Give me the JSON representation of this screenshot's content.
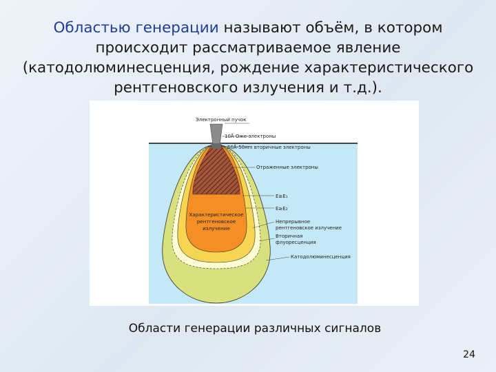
{
  "slide": {
    "heading_highlight": "Областью генерации",
    "heading_rest_1": " называют объём, в котором",
    "heading_line_2": "происходит рассматриваемое явление",
    "heading_line_3": "(катодолюминесценция, рождение характеристического",
    "heading_line_4": "рентгеновского излучения и т.д.).",
    "caption": "Области генерации различных сигналов",
    "page_number": "24"
  },
  "diagram": {
    "beam_label": "Электронный пучок",
    "auger_label": "10Å Оже-электроны",
    "secondary_label": "50Å-50нm вторичные электроны",
    "backscattered_label": "Отраженные электроны",
    "e1_label": "E≥E₁",
    "e2_label": "E≥E₂",
    "bremsstrahlung_label_1": "Непрерывное",
    "bremsstrahlung_label_2": "рентгеновское излучение",
    "fluorescence_label_1": "Вторичная",
    "fluorescence_label_2": "флуоресценция",
    "cathodo_label": "Катодолюминесценция",
    "characteristic_label_1": "Характеристическое",
    "characteristic_label_2": "рентгеновское",
    "characteristic_label_3": "излучение",
    "colors": {
      "sample_bg": "#c5e8f7",
      "cathodo_zone": "#d9e07e",
      "fluorescence_zone": "#fffdd2",
      "bremsstrahlung_zone": "#f6d553",
      "characteristic_zone": "#f48f26",
      "backscatter_zone": "#a6533b"
    }
  }
}
